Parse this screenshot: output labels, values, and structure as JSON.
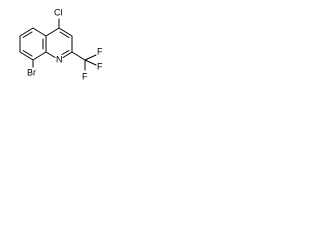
{
  "molecule": {
    "atoms": {
      "chlorine": "Cl",
      "bromine": "Br",
      "nitrogen": "N",
      "fluorine_1": "F",
      "fluorine_2": "F",
      "fluorine_3": "F"
    },
    "colors": {
      "bond": "#000000",
      "label": "#000000",
      "background": "#ffffff"
    }
  }
}
